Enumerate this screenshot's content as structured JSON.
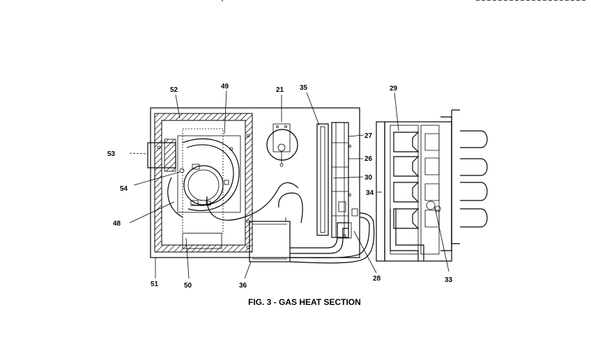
{
  "figure": {
    "caption": "FIG. 3 - GAS HEAT SECTION",
    "callouts": [
      "52",
      "49",
      "21",
      "35",
      "29",
      "27",
      "26",
      "30",
      "34",
      "53",
      "54",
      "48",
      "50",
      "51",
      "36",
      "28",
      "33"
    ]
  }
}
